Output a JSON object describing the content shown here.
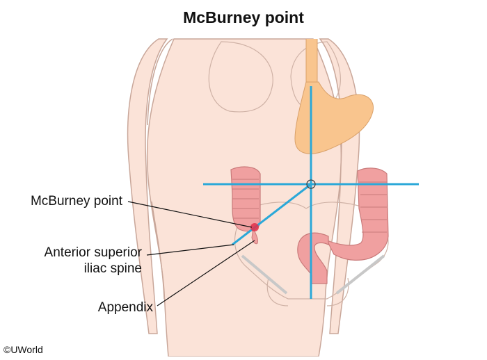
{
  "title": "McBurney point",
  "labels": {
    "mcburney_point": "McBurney point",
    "asis_line1": "Anterior superior",
    "asis_line2": "iliac spine",
    "appendix": "Appendix"
  },
  "copyright": "©UWorld",
  "colors": {
    "skin": "#fbe3d8",
    "skin_outline": "#c9a79a",
    "organ_outline": "#cfb2a6",
    "stomach": "#f9c58e",
    "colon": "#f0a0a0",
    "colon_outline": "#c97a7a",
    "guide_line": "#2ba8d8",
    "mcburney_marker": "#e0304a",
    "leader": "#111111"
  }
}
